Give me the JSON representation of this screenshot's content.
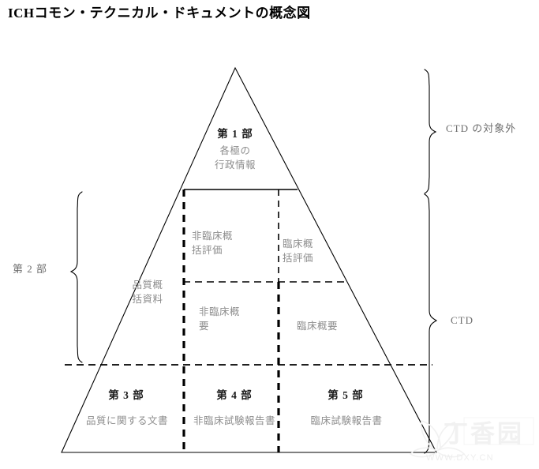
{
  "page": {
    "title": "ICHコモン・テクニカル・ドキュメントの概念図"
  },
  "pyramid": {
    "module1": {
      "head": "第 1 部",
      "sub": "各極の\n行政情報"
    },
    "module2": {
      "quality_overall_summary": "品質概\n括資料",
      "nonclinical_overview": "非臨床概\n括評価",
      "clinical_overview": "臨床概\n括評価",
      "nonclinical_summary": "非臨床概\n要",
      "clinical_summary": "臨床概要"
    },
    "module3": {
      "head": "第 3 部",
      "sub": "品質に関する文書"
    },
    "module4": {
      "head": "第 4 部",
      "sub": "非臨床試験報告書"
    },
    "module5": {
      "head": "第 5 部",
      "sub": "臨床試験報告書"
    }
  },
  "annotations": {
    "left_brace_label": "第 2 部",
    "right_top_brace_label": "CTD の対象外",
    "right_bottom_brace_label": "CTD"
  },
  "watermark": {
    "cjk": "丁香园",
    "url": "WWW.DXY.CN"
  },
  "colors": {
    "line": "#000000",
    "head_text": "#1a1a1a",
    "sub_text": "#8d8d8d",
    "side_text": "#6e6e6e",
    "watermark": "#f1f1f1",
    "background": "#ffffff"
  }
}
